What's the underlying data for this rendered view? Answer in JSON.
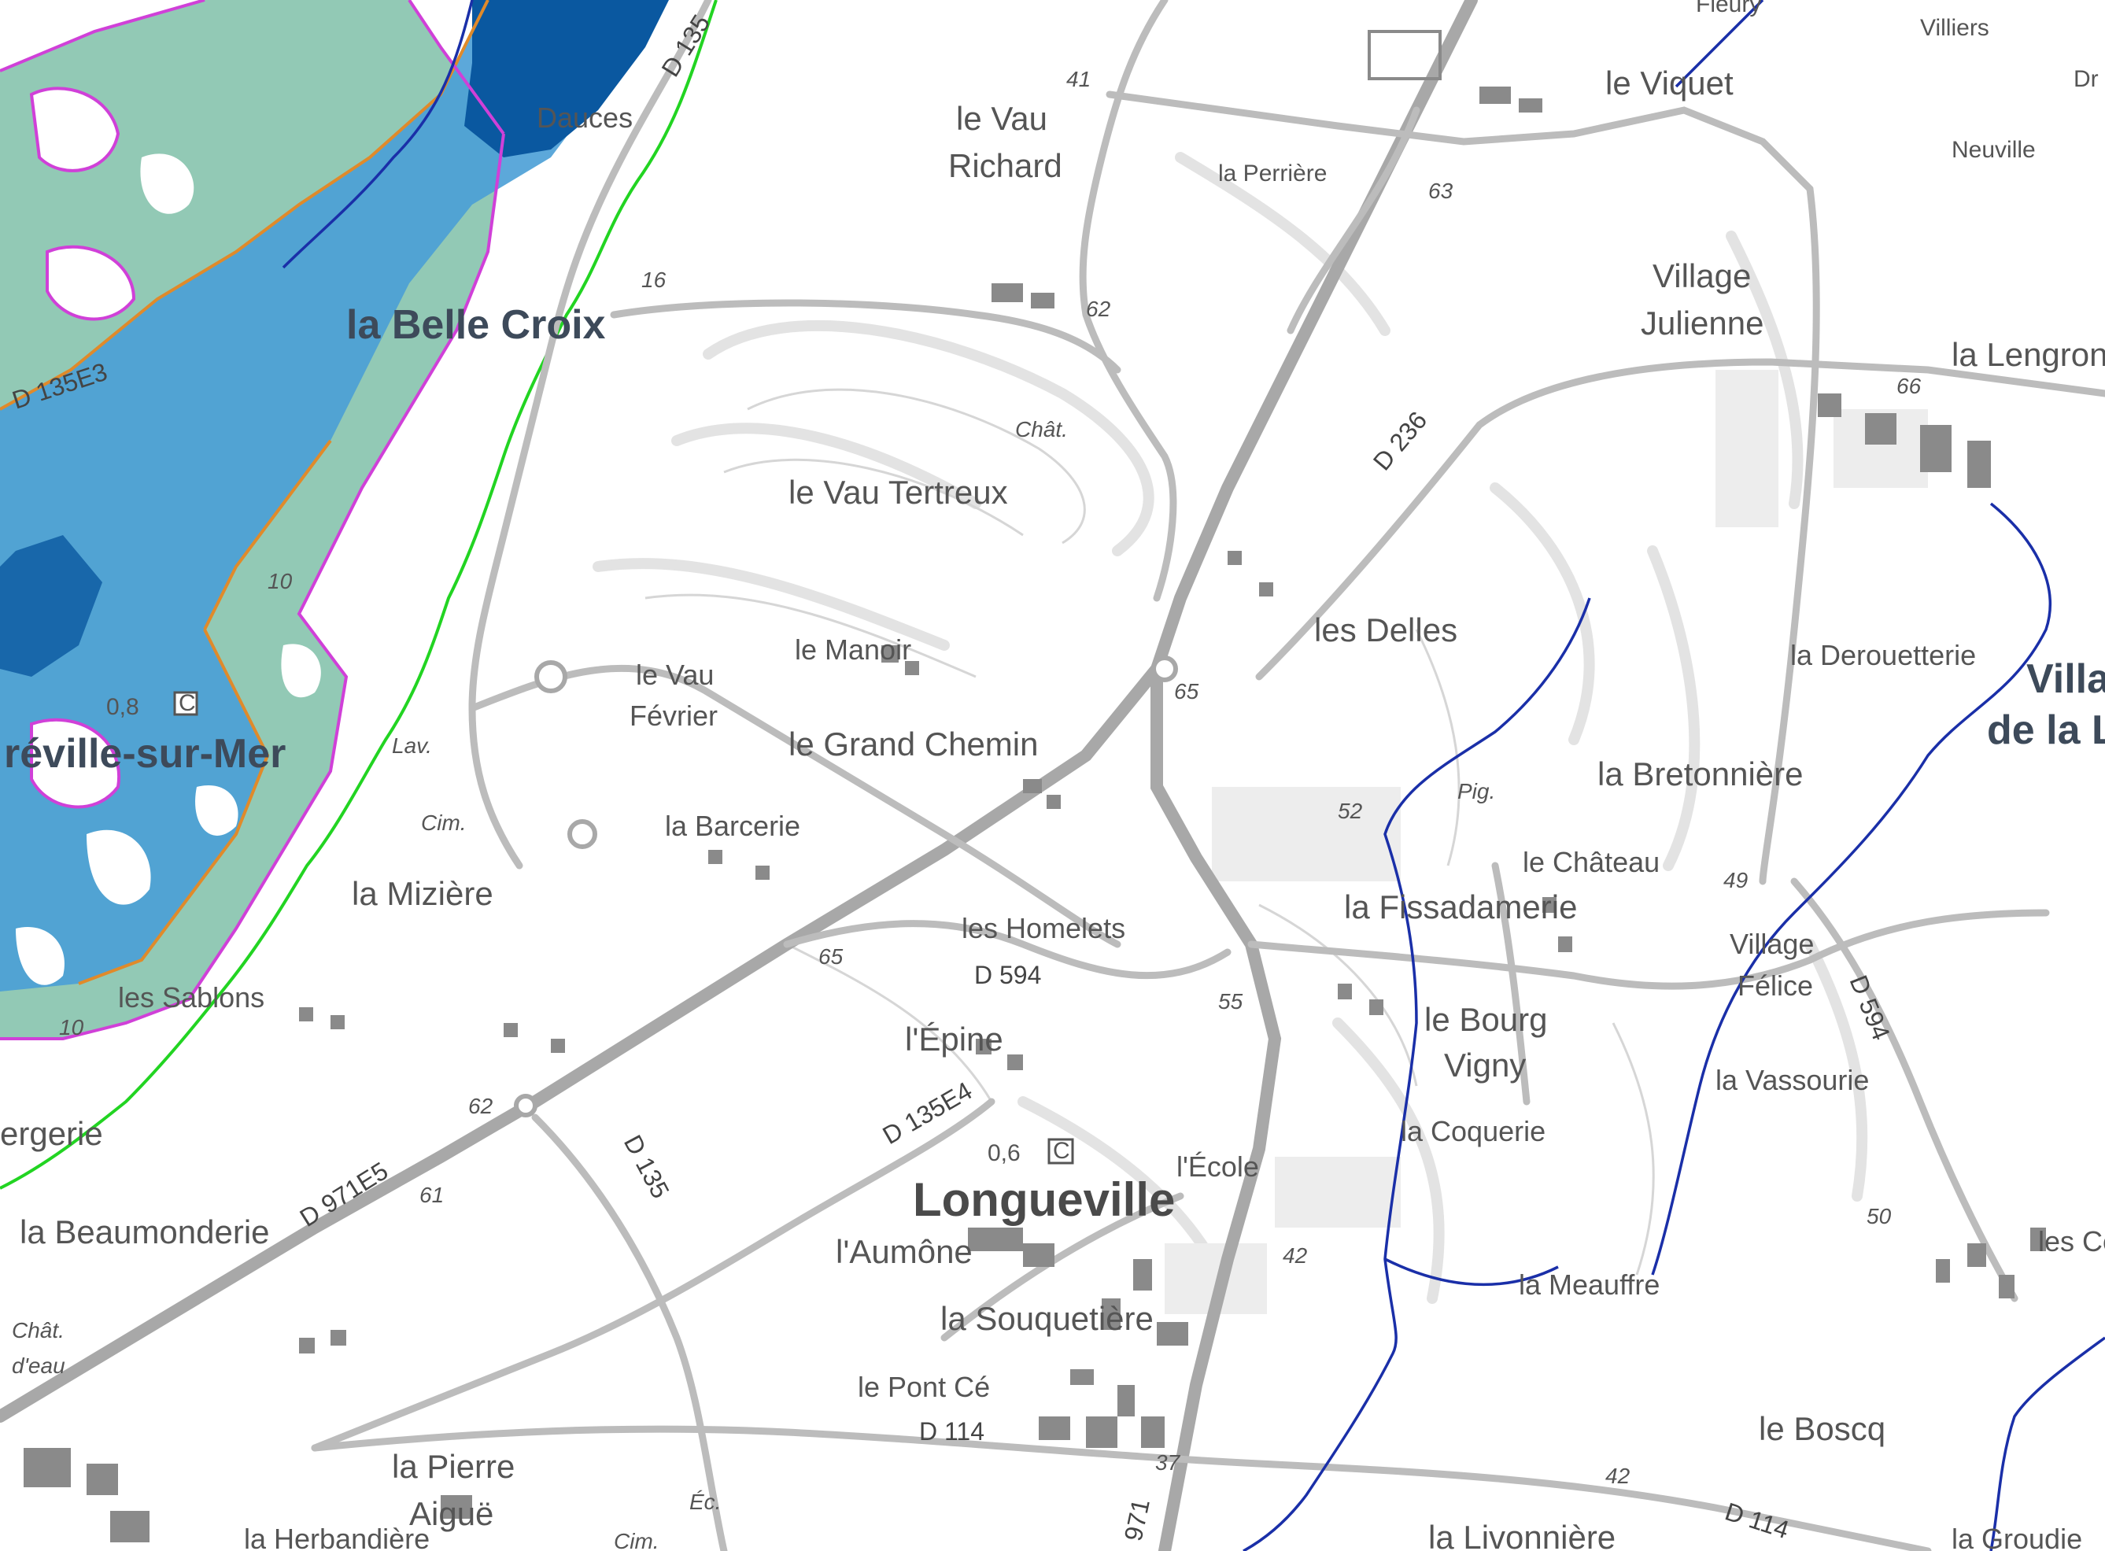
{
  "map": {
    "colors": {
      "background": "#ffffff",
      "road": "#b5b5b5",
      "road_major": "#a8a8a8",
      "building": "#8a8a8a",
      "terrain": "#e4e4e4",
      "river": "#1a2fa8",
      "flood_light": "#7fbfa8",
      "flood_mid": "#4a9fd6",
      "flood_dark": "#0a58a0",
      "flood_outline_orange": "#e08a2a",
      "flood_outline_magenta": "#d040d8",
      "boundary_green": "#22d422",
      "label": "#555555"
    },
    "places": {
      "dauces": "Dauces",
      "le_vau_richard_1": "le Vau",
      "le_vau_richard_2": "Richard",
      "la_perriere": "la Perrière",
      "fleury": "Fleury",
      "le_viquet": "le Viquet",
      "villiers": "Villiers",
      "neuville": "Neuville",
      "village_julienne_1": "Village",
      "village_julienne_2": "Julienne",
      "la_lengron": "la Lengron",
      "la_belle_croix": "la Belle Croix",
      "chat_1": "Chât.",
      "le_vau_tertreux": "le Vau Tertreux",
      "les_delles": "les Delles",
      "le_manoir": "le Manoir",
      "le_vau_fevrier_1": "le Vau",
      "le_vau_fevrier_2": "Février",
      "le_grand_chemin": "le Grand Chemin",
      "la_derouetterie": "la Derouetterie",
      "village_de_la_1": "Villa",
      "village_de_la_2": "de la La",
      "reville_sur_mer": "réville-sur-Mer",
      "lav": "Lav.",
      "cim_1": "Cim.",
      "la_barcerie": "la Barcerie",
      "pig": "Pig.",
      "la_bretonniere": "la Bretonnière",
      "le_chateau": "le Château",
      "la_miziere": "la Mizière",
      "la_fissadamerie": "la Fissadamerie",
      "les_homelets": "les Homelets",
      "village_felice_1": "Village",
      "village_felice_2": "Félice",
      "les_sablons": "les Sablons",
      "l_epine": "l'Épine",
      "le_bourg_vigny_1": "le Bourg",
      "le_bourg_vigny_2": "Vigny",
      "la_vassourie": "la Vassourie",
      "bergerie": "ergerie",
      "la_coquerie": "la Coquerie",
      "l_ecole": "l'École",
      "longueville": "Longueville",
      "la_beaumonderie": "la Beaumonderie",
      "les_co": "les Co",
      "l_aumone": "l'Aumône",
      "la_meauffre": "la Meauffre",
      "chat_2": "Chât.",
      "d_eau": "d'eau",
      "la_souquetiere": "la Souquetière",
      "le_pont_ce": "le Pont Cé",
      "le_boscq": "le Boscq",
      "la_pierre_aigue_1": "la Pierre",
      "la_pierre_aigue_2": "Aiguë",
      "ec": "Éc.",
      "cim_2": "Cim.",
      "la_livonniere": "la Livonnière",
      "la_groudie": "la Groudie",
      "la_herbandiere": "la Herbandière",
      "dr": "Dr"
    },
    "roads": {
      "d135": "D 135",
      "d135e3": "D 135E3",
      "d236": "D 236",
      "d594_1": "D 594",
      "d594_2": "D 594",
      "d135e4": "D 135E4",
      "d971e5": "D 971E5",
      "d135_b": "D 135",
      "d114_1": "D 114",
      "d114_2": "D 114",
      "d971": "971"
    },
    "altitudes": {
      "a41": "41",
      "a63": "63",
      "a16": "16",
      "a62a": "62",
      "a66": "66",
      "a10": "10",
      "a08": "0,8",
      "a65a": "65",
      "a52": "52",
      "a49": "49",
      "a65b": "65",
      "a55": "55",
      "a62b": "62",
      "a61": "61",
      "a06": "0,6",
      "a50": "50",
      "a42a": "42",
      "a37": "37",
      "a42b": "42",
      "a10b": "10"
    },
    "symbols": {
      "c_box_1": "C",
      "c_box_2": "C"
    }
  }
}
